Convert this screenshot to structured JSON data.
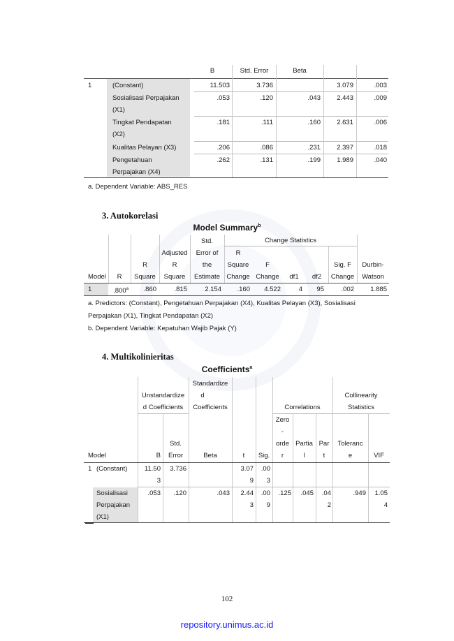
{
  "top_table": {
    "headers": [
      "B",
      "Std. Error",
      "Beta"
    ],
    "model_no": "1",
    "rows": [
      {
        "label": [
          "(Constant)"
        ],
        "b": "11.503",
        "se": "3.736",
        "beta": "",
        "t": "3.079",
        "sig": ".003"
      },
      {
        "label": [
          "Sosialisasi Perpajakan",
          "(X1)"
        ],
        "b": ".053",
        "se": ".120",
        "beta": ".043",
        "t": "2.443",
        "sig": ".009"
      },
      {
        "label": [
          "Tingkat Pendapatan",
          "(X2)"
        ],
        "b": ".181",
        "se": ".111",
        "beta": ".160",
        "t": "2.631",
        "sig": ".006"
      },
      {
        "label": [
          "Kualitas Pelayan (X3)"
        ],
        "b": ".206",
        "se": ".086",
        "beta": ".231",
        "t": "2.397",
        "sig": ".018"
      },
      {
        "label": [
          "Pengetahuan",
          "Perpajakan (X4)"
        ],
        "b": ".262",
        "se": ".131",
        "beta": ".199",
        "t": "1.989",
        "sig": ".040"
      }
    ],
    "footnote": "a. Dependent Variable: ABS_RES"
  },
  "section3": {
    "heading": "3.   Autokorelasi",
    "table_title": "Model Summary",
    "table_title_sup": "b",
    "group_header": "Change Statistics",
    "headers": {
      "model": "Model",
      "r": "R",
      "r_square": [
        "R",
        "Square"
      ],
      "adj": [
        "Adjusted",
        "R",
        "Square"
      ],
      "std": [
        "Std.",
        "Error of",
        "the",
        "Estimate"
      ],
      "rsq_change": [
        "R",
        "Square",
        "Change"
      ],
      "f_change": [
        "F",
        "Change"
      ],
      "df1": "df1",
      "df2": "df2",
      "sig_f": [
        "Sig. F",
        "Change"
      ],
      "dw": [
        "Durbin-",
        "Watson"
      ]
    },
    "row": {
      "model": "1",
      "r": ".800",
      "r_sup": "a",
      "r_square": ".860",
      "adj": ".815",
      "std": "2.154",
      "rsq_change": ".160",
      "f_change": "4.522",
      "df1": "4",
      "df2": "95",
      "sig_f": ".002",
      "dw": "1.885"
    },
    "footnotes": [
      "a. Predictors: (Constant), Pengetahuan Perpajakan (X4), Kualitas Pelayan (X3), Sosialisasi",
      "Perpajakan (X1), Tingkat Pendapatan (X2)",
      "b. Dependent Variable: Kepatuhan Wajib Pajak (Y)"
    ]
  },
  "section4": {
    "heading": "4.   Multikolinieritas",
    "table_title": "Coefficients",
    "table_title_sup": "a",
    "group_unstd": [
      "Unstandardize",
      "d Coefficients"
    ],
    "group_std": [
      "Standardize",
      "d",
      "Coefficients"
    ],
    "group_corr": "Correlations",
    "group_coll": [
      "Collinearity",
      "Statistics"
    ],
    "headers": {
      "model": "Model",
      "b": "B",
      "se": [
        "Std.",
        "Error"
      ],
      "beta": "Beta",
      "t": "t",
      "sig": "Sig.",
      "zero": [
        "Zero",
        "-",
        "orde",
        "r"
      ],
      "partial": [
        "Partia",
        "l"
      ],
      "part": [
        "Par",
        "t"
      ],
      "tol": [
        "Toleranc",
        "e"
      ],
      "vif": "VIF"
    },
    "rows": [
      {
        "model": "1",
        "label": [
          "(Constant)"
        ],
        "b": [
          "11.50",
          "3"
        ],
        "se": [
          "3.736"
        ],
        "beta": [
          ""
        ],
        "t": [
          "3.07",
          "9"
        ],
        "sig": [
          ".00",
          "3"
        ],
        "zero": [
          ""
        ],
        "partial": [
          ""
        ],
        "part": [
          ""
        ],
        "tol": [
          ""
        ],
        "vif": [
          ""
        ]
      },
      {
        "model": "",
        "label": [
          "Sosialisasi",
          "Perpajakan",
          "(X1)"
        ],
        "b": [
          ".053"
        ],
        "se": [
          ".120"
        ],
        "beta": [
          ".043"
        ],
        "t": [
          "2.44",
          "3"
        ],
        "sig": [
          ".00",
          "9"
        ],
        "zero": [
          ".125"
        ],
        "partial": [
          ".045"
        ],
        "part": [
          ".04",
          "2"
        ],
        "tol": [
          ".949"
        ],
        "vif": [
          "1.05",
          "4"
        ]
      }
    ]
  },
  "page_number": "102",
  "repository": "repository.unimus.ac.id",
  "colors": {
    "shade": "#e2e2e2",
    "link": "#1a1aff"
  }
}
